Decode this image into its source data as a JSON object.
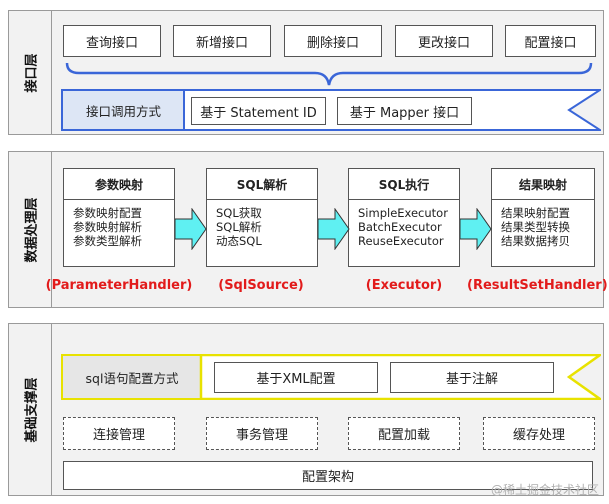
{
  "interface_layer": {
    "label": "接口层",
    "apis": [
      "查询接口",
      "新增接口",
      "删除接口",
      "更改接口",
      "配置接口"
    ],
    "call_mode_label": "接口调用方式",
    "call_modes": [
      "基于 Statement ID",
      "基于 Mapper 接口"
    ]
  },
  "processing_layer": {
    "label": "数据处理层",
    "components": [
      {
        "title": "参数映射",
        "items": [
          "参数映射配置",
          "参数映射解析",
          "参数类型解析"
        ],
        "handler": "(ParameterHandler)"
      },
      {
        "title": "SQL解析",
        "items": [
          "SQL获取",
          "SQL解析",
          "动态SQL"
        ],
        "handler": "(SqlSource)"
      },
      {
        "title": "SQL执行",
        "items": [
          "SimpleExecutor",
          "BatchExecutor",
          "ReuseExecutor"
        ],
        "handler": "(Executor)"
      },
      {
        "title": "结果映射",
        "items": [
          "结果映射配置",
          "结果类型转换",
          "结果数据拷贝"
        ],
        "handler": "(ResultSetHandler)"
      }
    ]
  },
  "support_layer": {
    "label": "基础支撑层",
    "config_mode_label": "sql语句配置方式",
    "config_modes": [
      "基于XML配置",
      "基于注解"
    ],
    "services": [
      "连接管理",
      "事务管理",
      "配置加载",
      "缓存处理"
    ],
    "foundation": "配置架构"
  },
  "watermark": "@稀土掘金技术社区",
  "colors": {
    "arrow": "#5ff0f2",
    "flag_interface": "#3a66d8",
    "flag_support": "#e8e200",
    "handler_text": "#e21b1b"
  }
}
